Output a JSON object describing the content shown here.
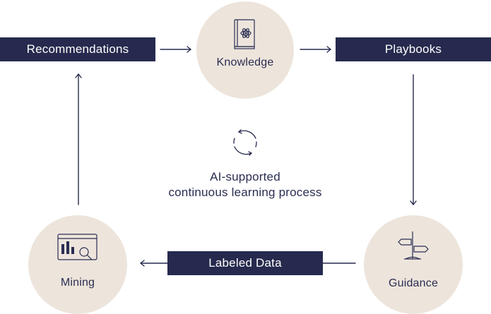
{
  "nodes": {
    "recommendations": "Recommendations",
    "knowledge": "Knowledge",
    "playbooks": "Playbooks",
    "guidance": "Guidance",
    "labeled_data": "Labeled Data",
    "mining": "Mining"
  },
  "center": {
    "line1": "AI-supported",
    "line2": "continuous learning process"
  },
  "colors": {
    "navy": "#272a4e",
    "beige": "#ede5dc",
    "text": "#2b2d52"
  },
  "icons": {
    "knowledge": "book-atom-icon",
    "guidance": "signpost-icon",
    "mining": "chart-magnifier-icon",
    "center": "cycle-arrows-icon"
  }
}
